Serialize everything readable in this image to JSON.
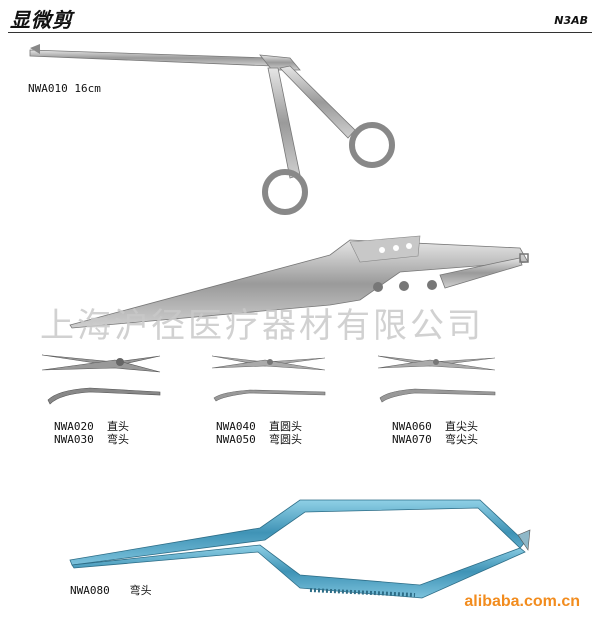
{
  "header": {
    "title": "显微剪",
    "code": "N3AB"
  },
  "items": [
    {
      "label": "NWA010 16cm"
    },
    {
      "label": "NWA020  直头\nNWA030  弯头"
    },
    {
      "label": "NWA040  直圆头\nNWA050  弯圆头"
    },
    {
      "label": "NWA060  直尖头\nNWA070  弯尖头"
    },
    {
      "label": "NWA080   弯头"
    }
  ],
  "watermark": "上海沪径医疗器材有限公司",
  "footer": {
    "site": "alibaba.com.cn"
  },
  "colors": {
    "steel": "#a9a9a9",
    "blue": "#4a9fbf"
  }
}
